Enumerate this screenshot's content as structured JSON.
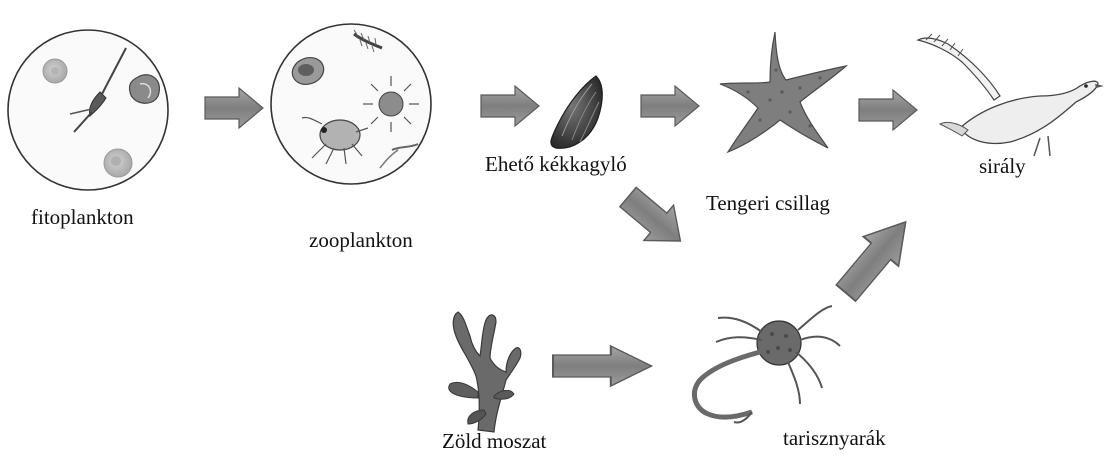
{
  "labels": {
    "phytoplankton": "fitoplankton",
    "zooplankton": "zooplankton",
    "mussel": "Ehető kékkagyló",
    "starfish": "Tengeri csillag",
    "gull": "sirály",
    "seaweed": "Zöld moszat",
    "crab": "tarisznyarák"
  },
  "colors": {
    "arrow_fill": "#8a8a8a",
    "arrow_stroke": "#5a5a5a",
    "organism_dark": "#3e3e3e",
    "organism_mid": "#7a7a7a",
    "organism_light": "#b8b8b8"
  }
}
